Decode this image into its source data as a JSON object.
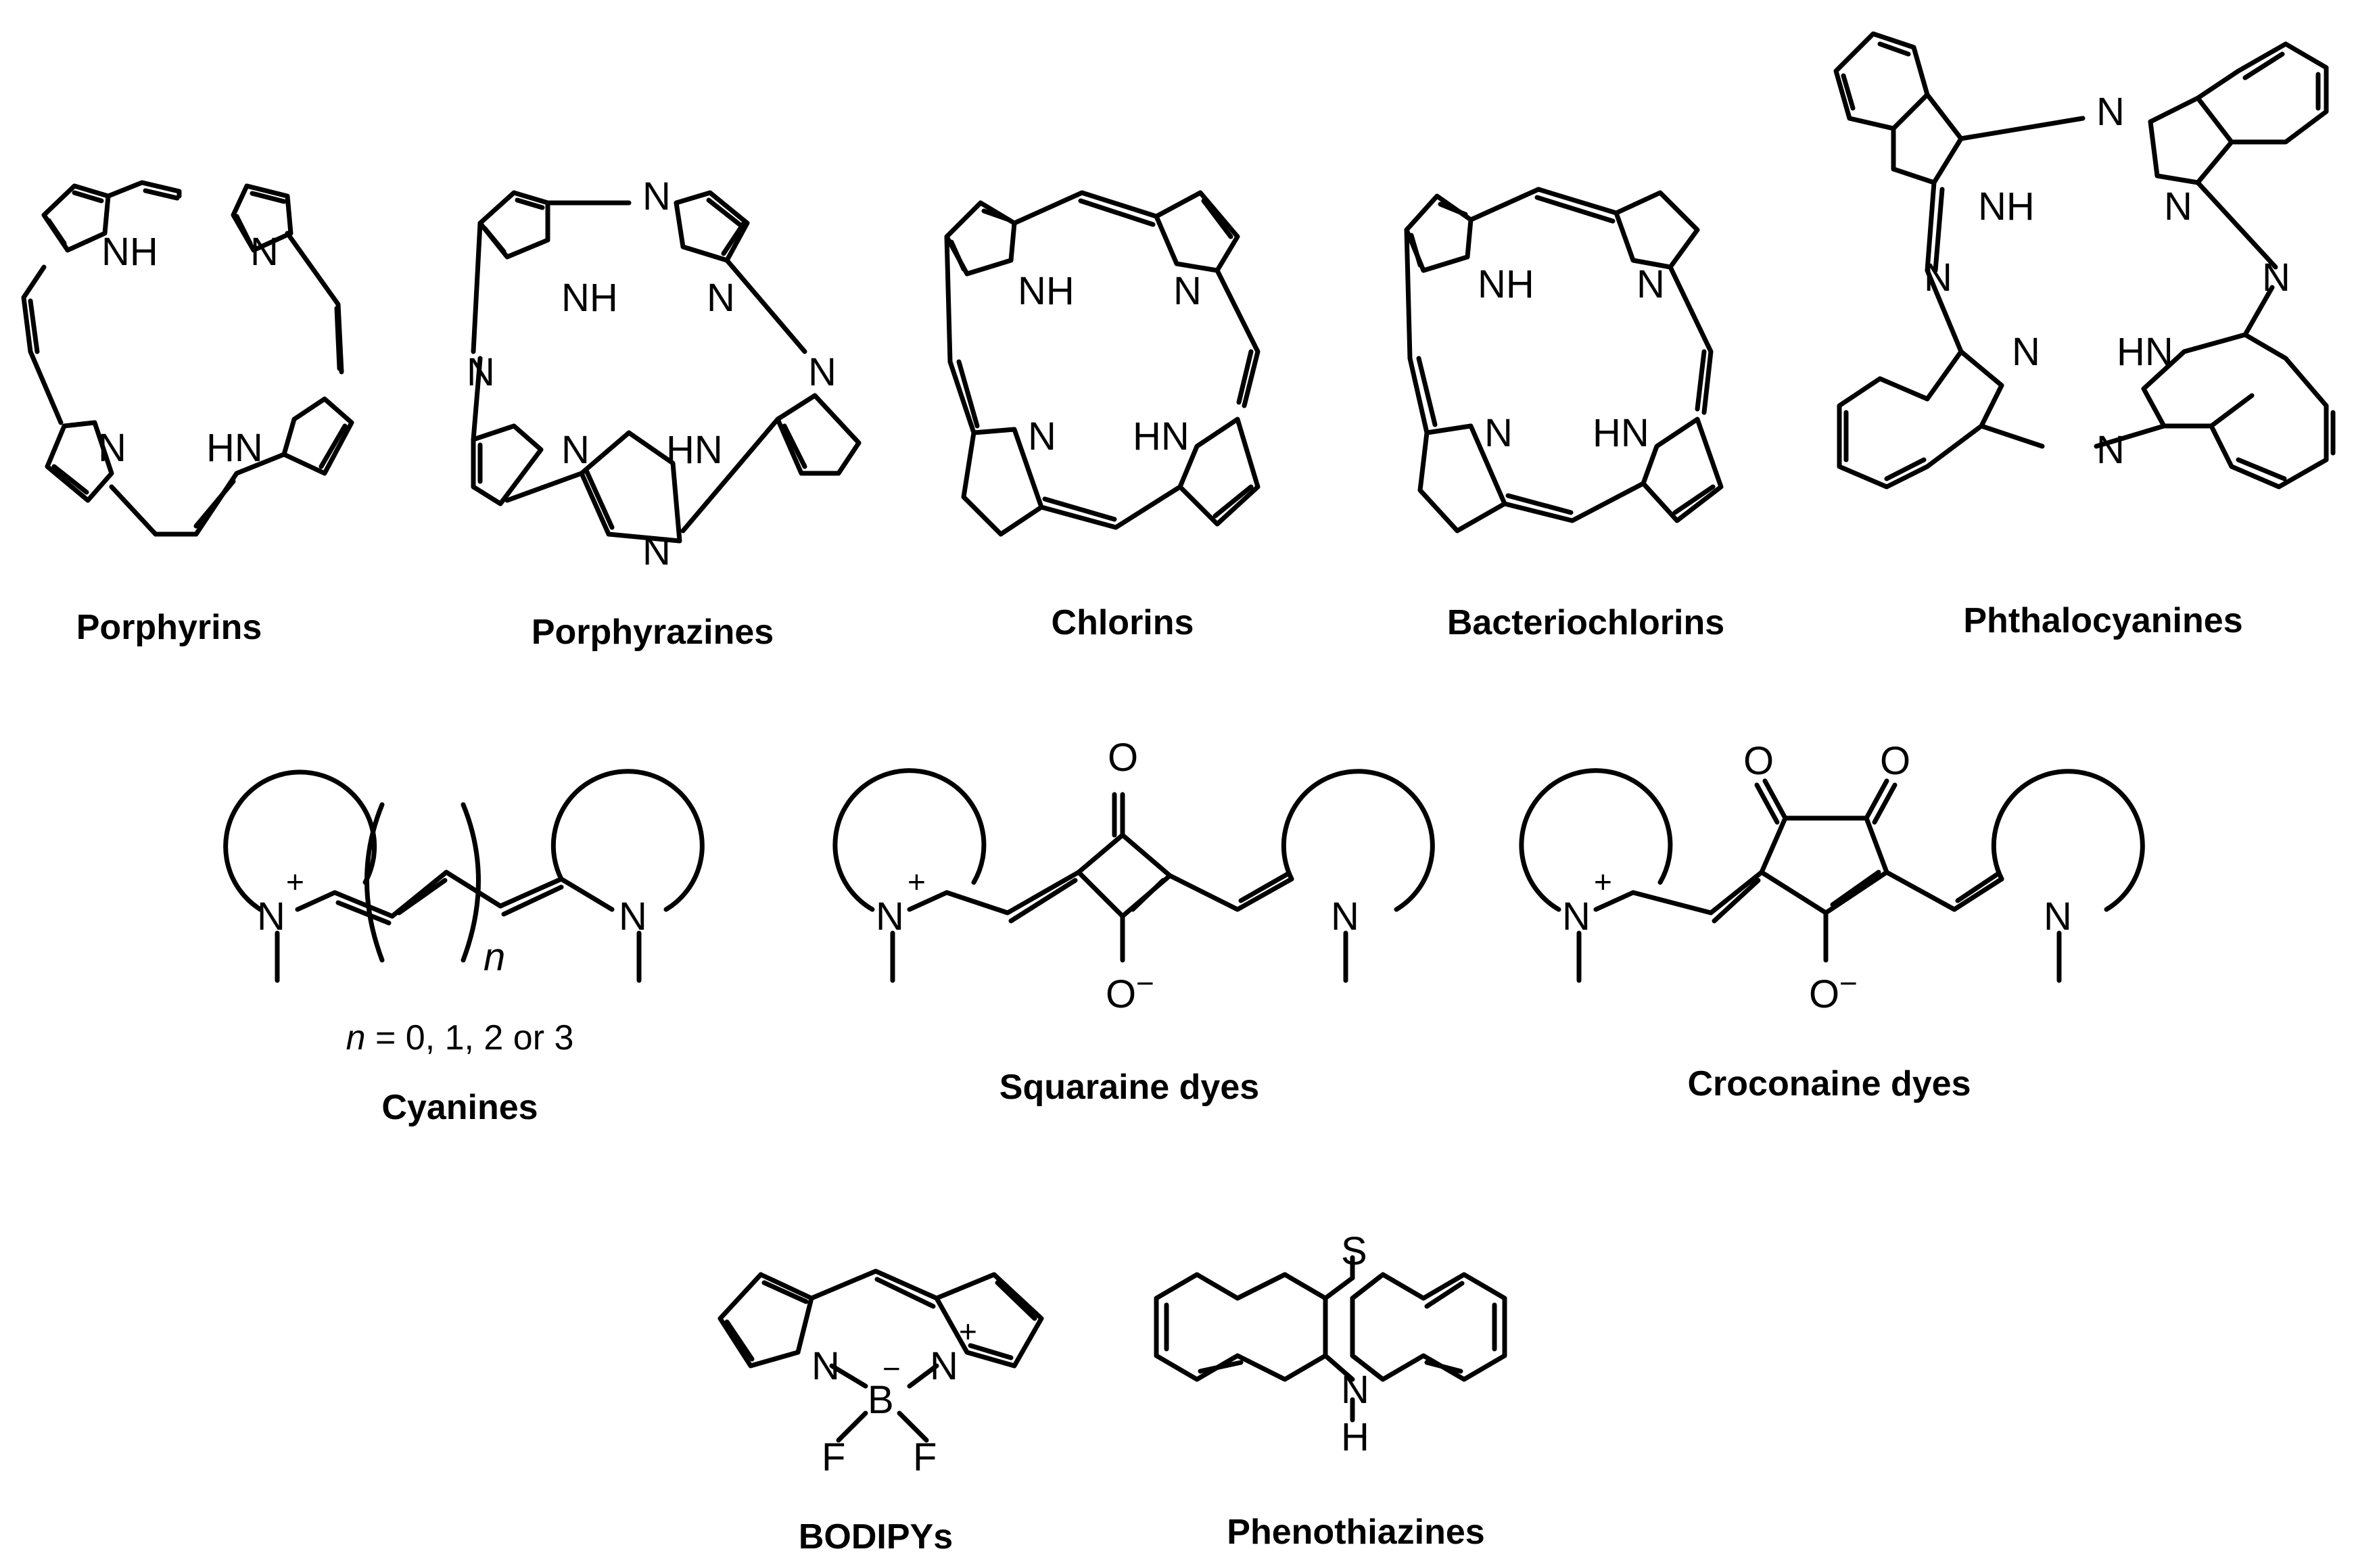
{
  "structures": [
    {
      "caption": "Porphyrins",
      "atoms": {
        "nh_top": "NH",
        "n_top": "N",
        "n_bottom": "N",
        "hn_bottom": "HN"
      }
    },
    {
      "caption": "Porphyrazines",
      "atoms": {
        "n_meso_top": "N",
        "n_meso_left": "N",
        "n_meso_right": "N",
        "n_meso_bottom": "N",
        "nh_top": "NH",
        "n_top": "N",
        "n_bottom": "N",
        "hn_bottom": "HN"
      }
    },
    {
      "caption": "Chlorins",
      "atoms": {
        "nh_top": "NH",
        "n_top": "N",
        "n_bottom": "N",
        "hn_bottom": "HN"
      }
    },
    {
      "caption": "Bacteriochlorins",
      "atoms": {
        "nh_top": "NH",
        "n_top": "N",
        "n_bottom": "N",
        "hn_bottom": "HN"
      }
    },
    {
      "caption": "Phthalocyanines",
      "atoms": {
        "n_meso_top": "N",
        "n_meso_left": "N",
        "n_meso_right": "N",
        "n_meso_bottom": "N",
        "nh_top": "NH",
        "n_top": "N",
        "n_bottom": "N",
        "hn_bottom": "HN"
      }
    },
    {
      "caption": "Cyanines",
      "note_var": "n",
      "note_rest": " = 0, 1, 2 or 3",
      "atoms": {
        "n_plus": "N",
        "plus": "+",
        "n_right": "N",
        "subscript": "n"
      }
    },
    {
      "caption": "Squaraine dyes",
      "atoms": {
        "n_plus": "N",
        "plus": "+",
        "n_right": "N",
        "o_top": "O",
        "o_bottom": "O",
        "minus": "−"
      }
    },
    {
      "caption": "Croconaine dyes",
      "atoms": {
        "n_plus": "N",
        "plus": "+",
        "n_right": "N",
        "o_top_left": "O",
        "o_top_right": "O",
        "o_bottom": "O",
        "minus": "−"
      }
    },
    {
      "caption": "BODIPYs",
      "atoms": {
        "n_left": "N",
        "b": "B",
        "b_minus": "−",
        "n_right": "N",
        "n_plus": "+",
        "f_left": "F",
        "f_right": "F"
      }
    },
    {
      "caption": "Phenothiazines",
      "atoms": {
        "s": "S",
        "n": "N",
        "h": "H"
      }
    }
  ]
}
